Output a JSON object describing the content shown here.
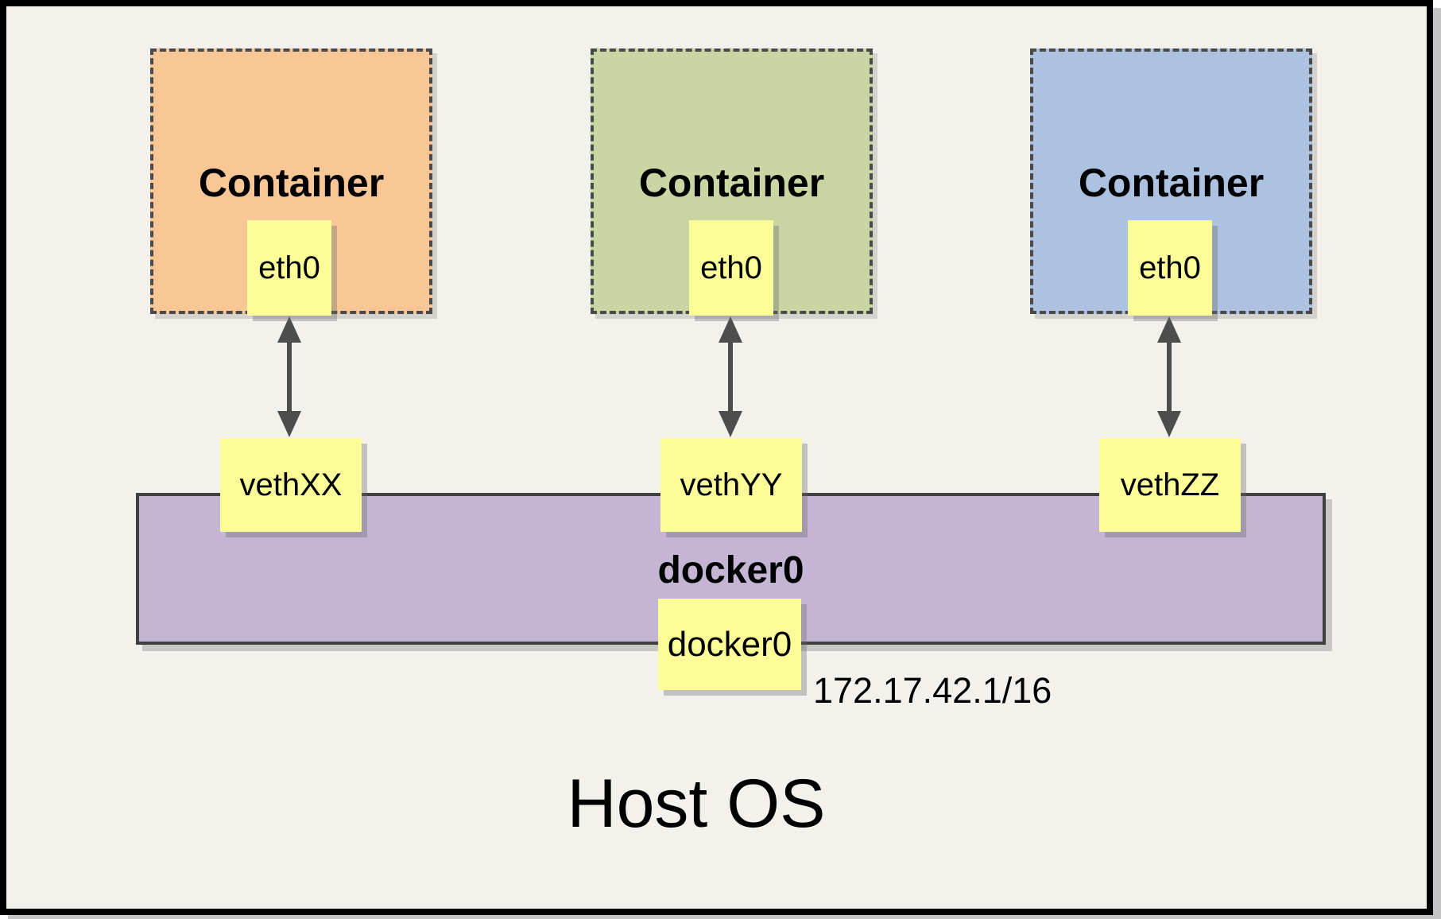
{
  "diagram": {
    "host_label": "Host OS",
    "containers": [
      {
        "title": "Container",
        "eth_label": "eth0",
        "veth_label": "vethXX",
        "fill": "#F8C795"
      },
      {
        "title": "Container",
        "eth_label": "eth0",
        "veth_label": "vethYY",
        "fill": "#C9D6A4"
      },
      {
        "title": "Container",
        "eth_label": "eth0",
        "veth_label": "vethZZ",
        "fill": "#ADC2E0"
      }
    ],
    "bridge": {
      "name_label": "docker0",
      "chip_label": "docker0",
      "ip": "172.17.42.1/16",
      "fill": "#C4B5D4"
    },
    "colors": {
      "frame_background": "#F3F1EB",
      "frame_border": "#000000",
      "frame_shadow": "#C5C5C5",
      "chip_yellow": "#FCFC99",
      "dashed_border": "#4A4A4A",
      "bridge_border": "#404040",
      "arrow": "#4D4D4D"
    }
  }
}
